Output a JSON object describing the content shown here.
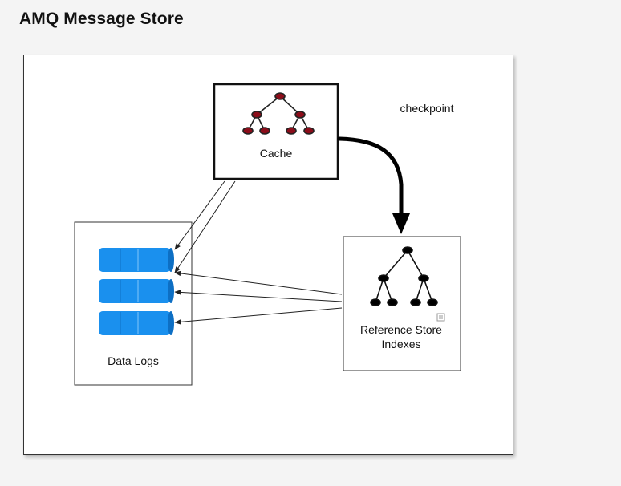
{
  "title": "AMQ Message Store",
  "nodes": {
    "cache": {
      "label": "Cache"
    },
    "data_logs": {
      "label": "Data Logs"
    },
    "reference_store": {
      "label_line1": "Reference Store",
      "label_line2": "Indexes"
    }
  },
  "edges": {
    "checkpoint": {
      "label": "checkpoint"
    }
  },
  "colors": {
    "log_blue": "#1a90ee",
    "cache_tree_node": "#8b0d1a",
    "index_tree_node": "#000000",
    "border": "#333333"
  }
}
